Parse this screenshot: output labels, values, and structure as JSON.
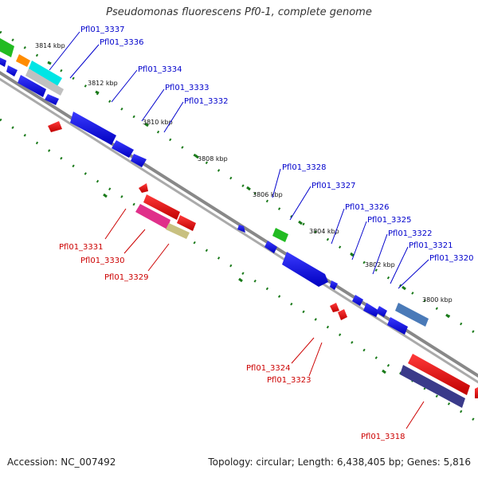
{
  "title": "Pseudomonas fluorescens Pf0-1, complete genome",
  "footer": {
    "accession": "Accession: NC_007492",
    "stats": "Topology: circular; Length: 6,438,405 bp; Genes: 5,816"
  },
  "ticks": [
    "3814 kbp",
    "3812 kbp",
    "3810 kbp",
    "3808 kbp",
    "3806 kbp",
    "3804 kbp",
    "3802 kbp",
    "3800 kbp"
  ],
  "genes_forward": [
    "Pfl01_3337",
    "Pfl01_3336",
    "Pfl01_3334",
    "Pfl01_3333",
    "Pfl01_3332",
    "Pfl01_3328",
    "Pfl01_3327",
    "Pfl01_3326",
    "Pfl01_3325",
    "Pfl01_3322",
    "Pfl01_3321",
    "Pfl01_3320"
  ],
  "genes_reverse": [
    "Pfl01_3331",
    "Pfl01_3330",
    "Pfl01_3329",
    "Pfl01_3324",
    "Pfl01_3323",
    "Pfl01_3318"
  ],
  "colors": {
    "forward_gene": "#0000ee",
    "reverse_gene": "#ee0000",
    "backbone": "#888888",
    "tick_marks": "#1a7a1a"
  }
}
